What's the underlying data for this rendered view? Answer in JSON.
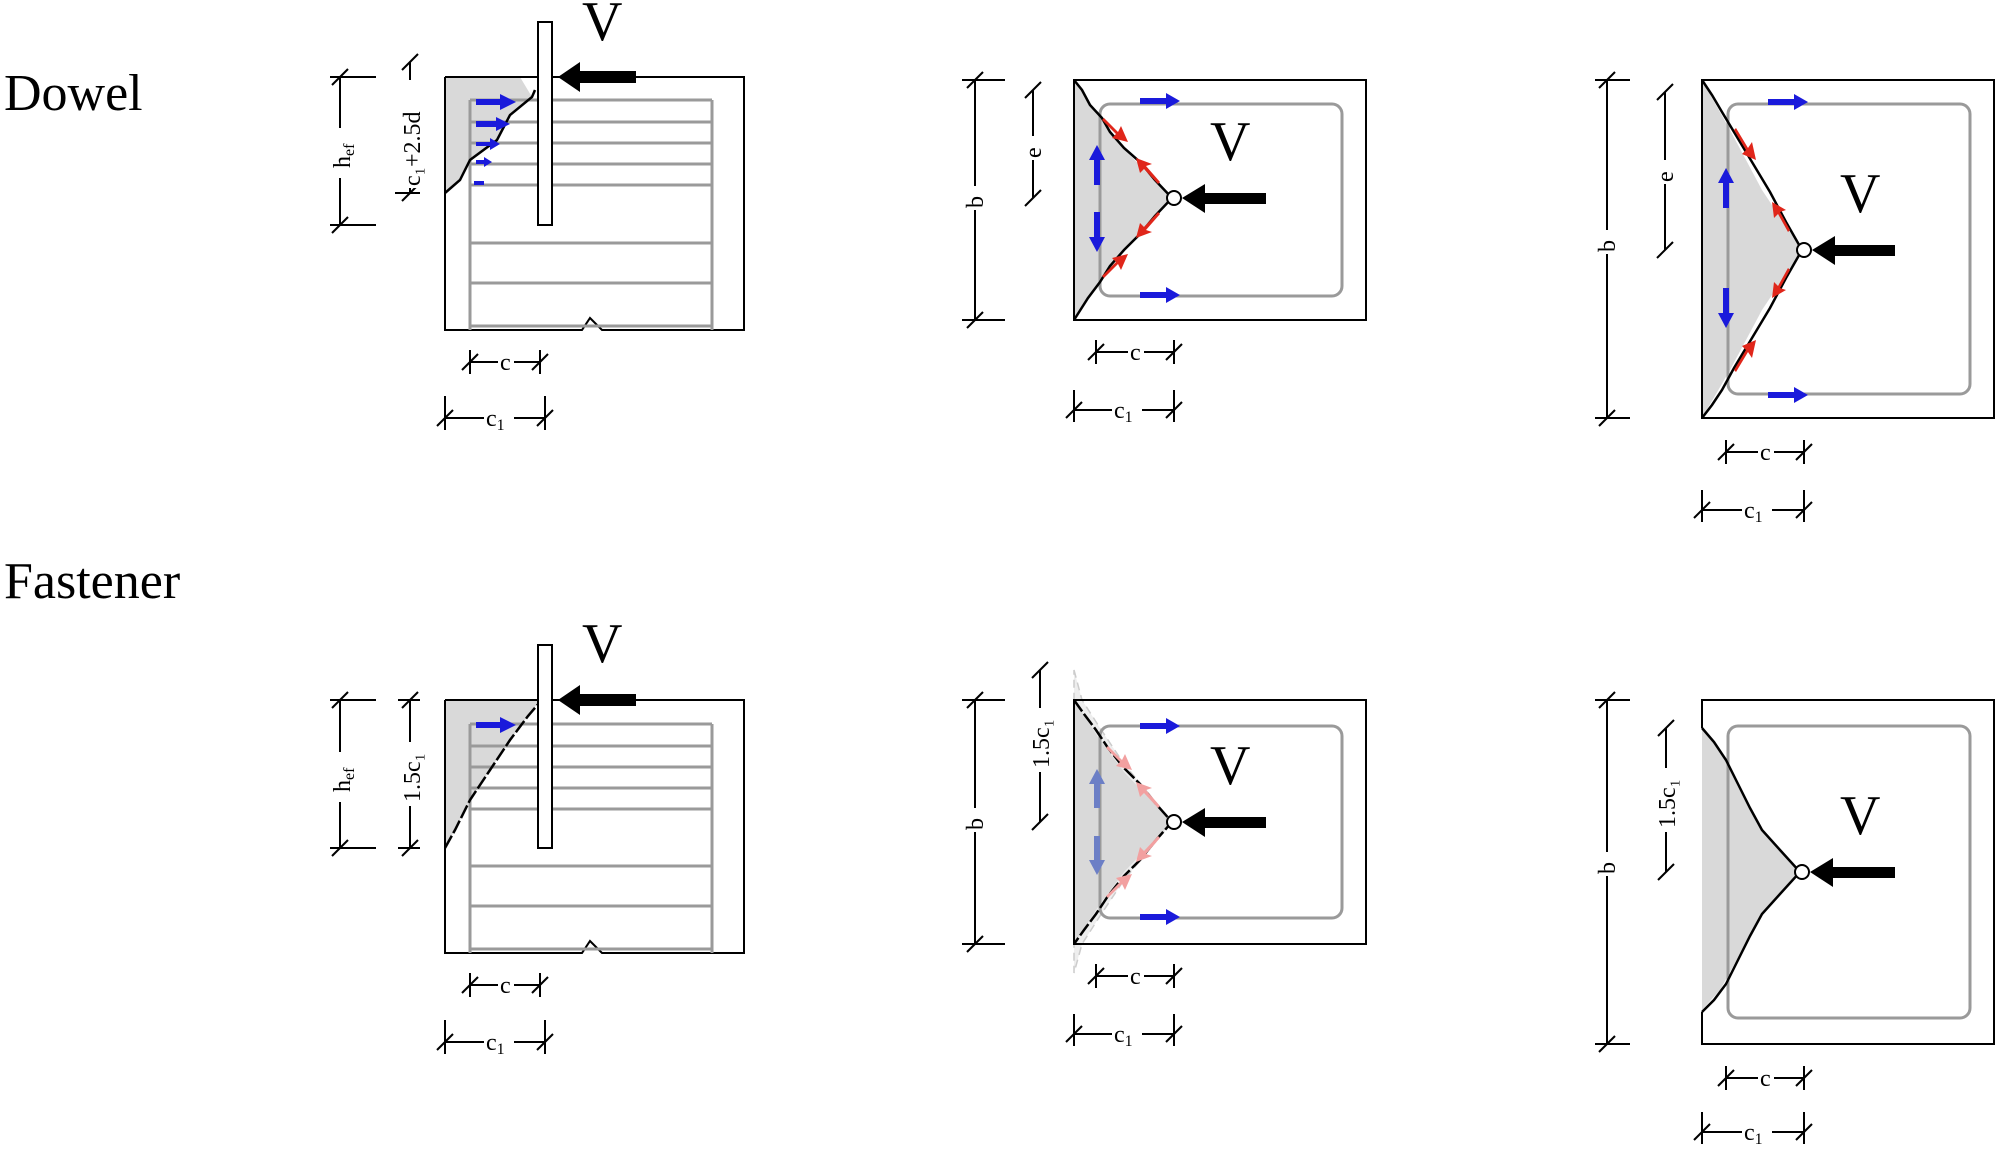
{
  "rows": [
    {
      "title": "Dowel",
      "ratio_label": "c₁+2.5d"
    },
    {
      "title": "Fastener",
      "ratio_label": "1.5c₁"
    }
  ],
  "labels": {
    "force": "V",
    "embedment": "h",
    "embedment_sub": "ef",
    "edge_distance": "c",
    "edge_distance_1": "c",
    "edge_distance_1_sub": "1",
    "width": "b",
    "eccentricity": "e",
    "c1_plus": "c",
    "c1_plus_sub": "1",
    "c1_plus_tail": "+2.5d",
    "one_five": "1.5c",
    "one_five_sub": "1"
  },
  "colors": {
    "concrete_shade": "#d9d9d9",
    "rebar": "#9a9a9a",
    "tension_arrow": "#1a1adb",
    "compression_arrow": "#e0261a",
    "tension_arrow_faded": "#6c7fc6",
    "compression_arrow_faded": "#f2a0a0",
    "load_arrow": "#000000"
  }
}
